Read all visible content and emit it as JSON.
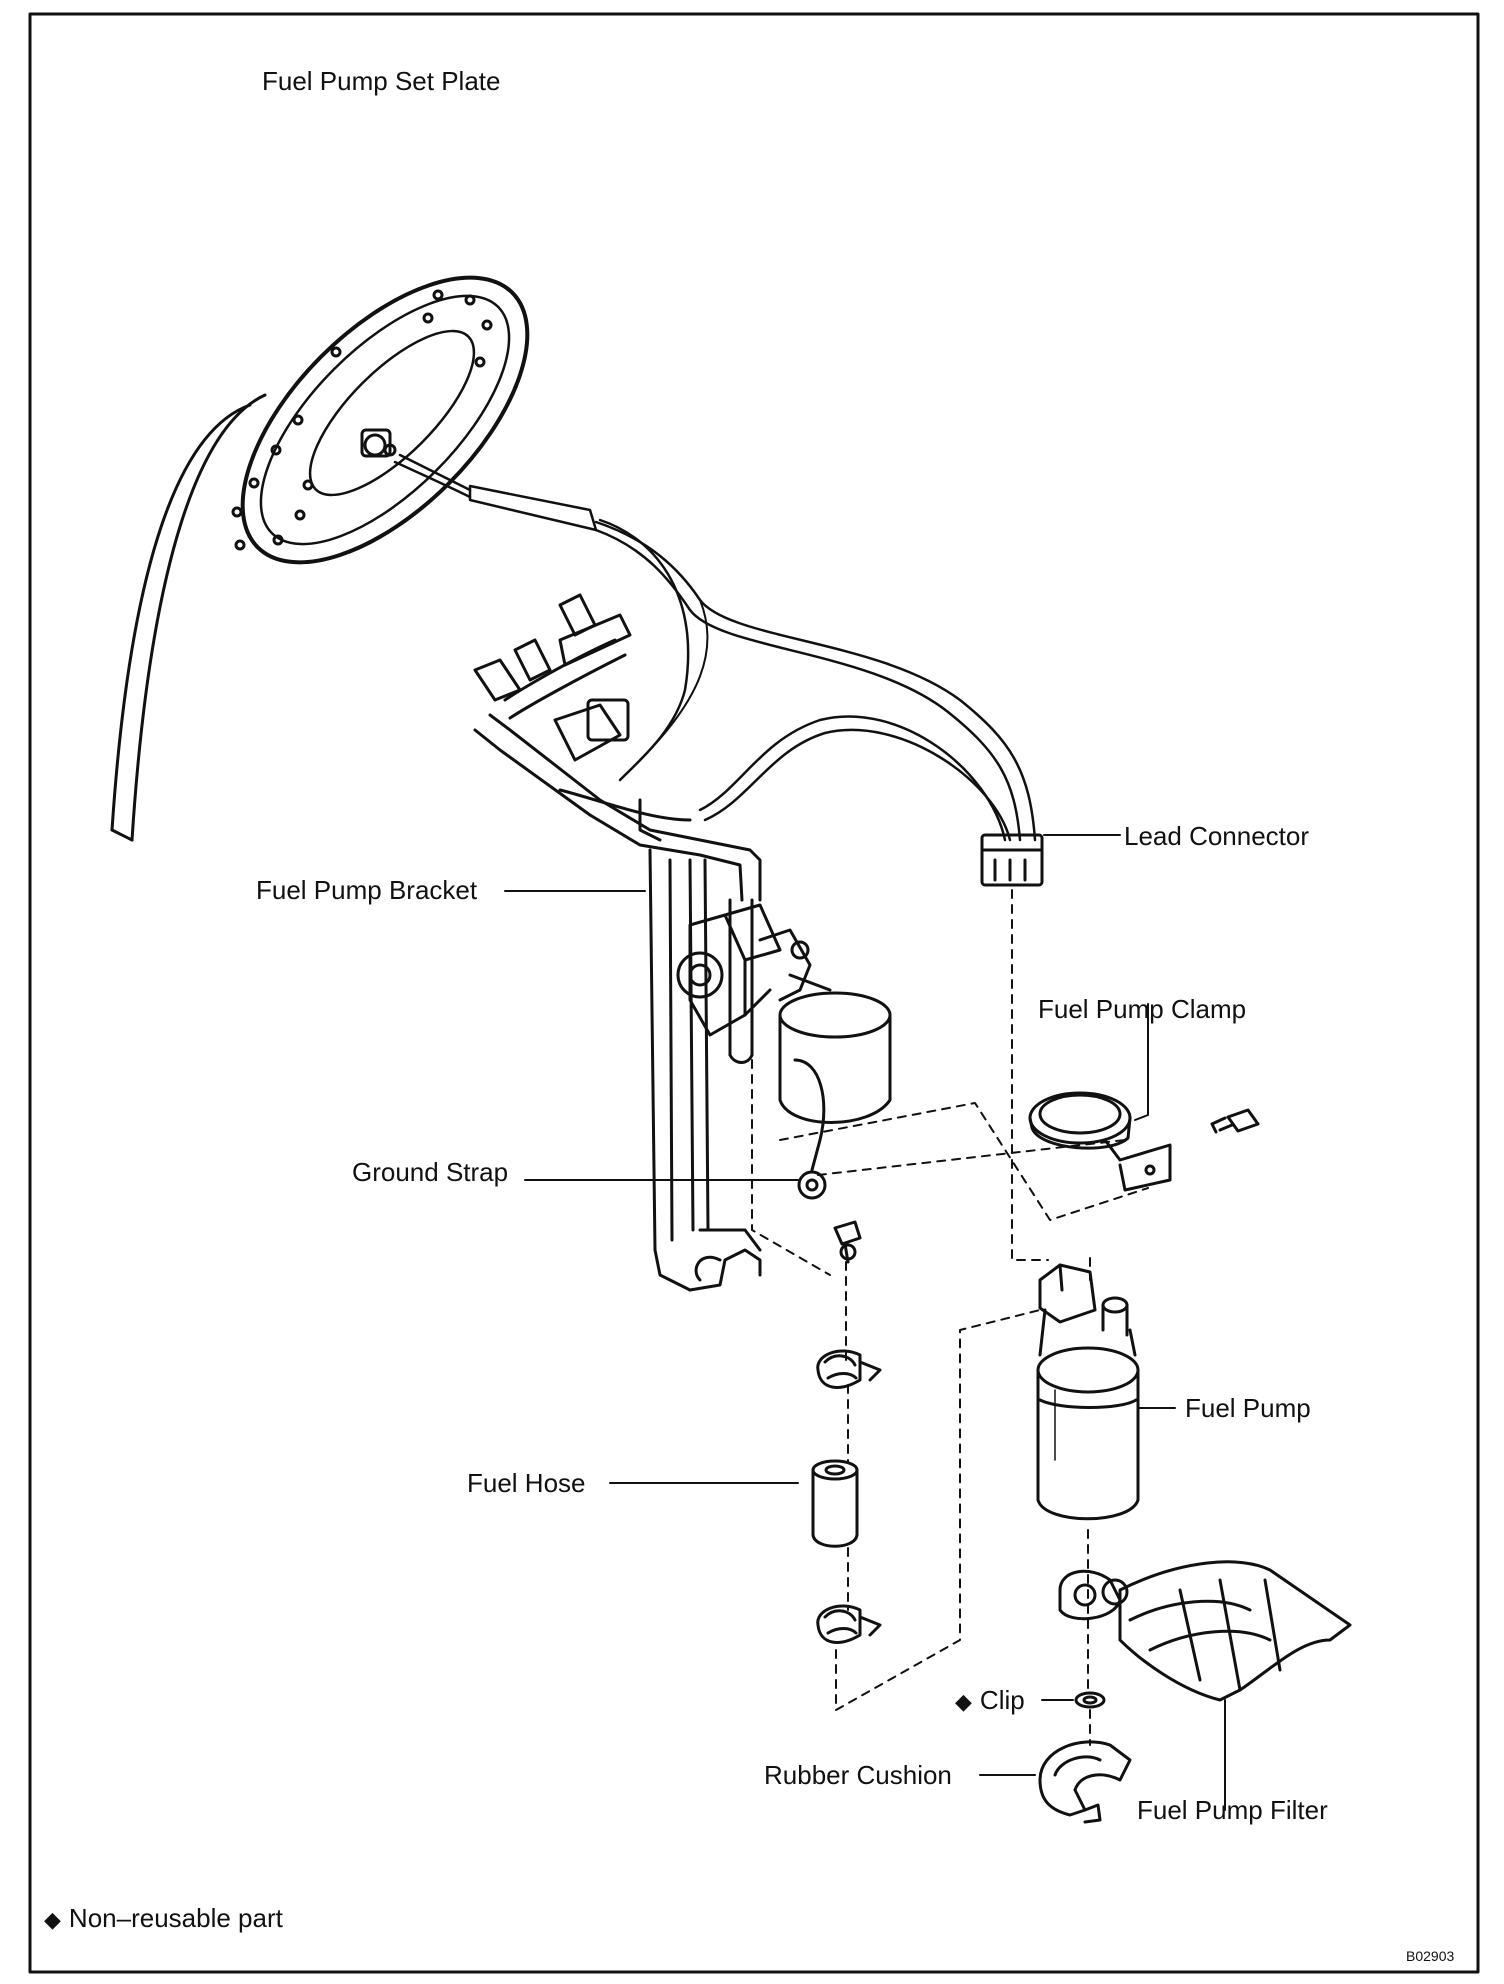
{
  "labels": {
    "set_plate": "Fuel Pump Set Plate",
    "lead_connector": "Lead Connector",
    "bracket": "Fuel Pump Bracket",
    "clamp": "Fuel Pump Clamp",
    "ground_strap": "Ground Strap",
    "fuel_pump": "Fuel Pump",
    "fuel_hose": "Fuel Hose",
    "clip": "Clip",
    "rubber_cushion": "Rubber Cushion",
    "filter": "Fuel Pump Filter"
  },
  "legend": {
    "symbol": "◆",
    "text": "Non–reusable part"
  },
  "figure_code": "B02903"
}
